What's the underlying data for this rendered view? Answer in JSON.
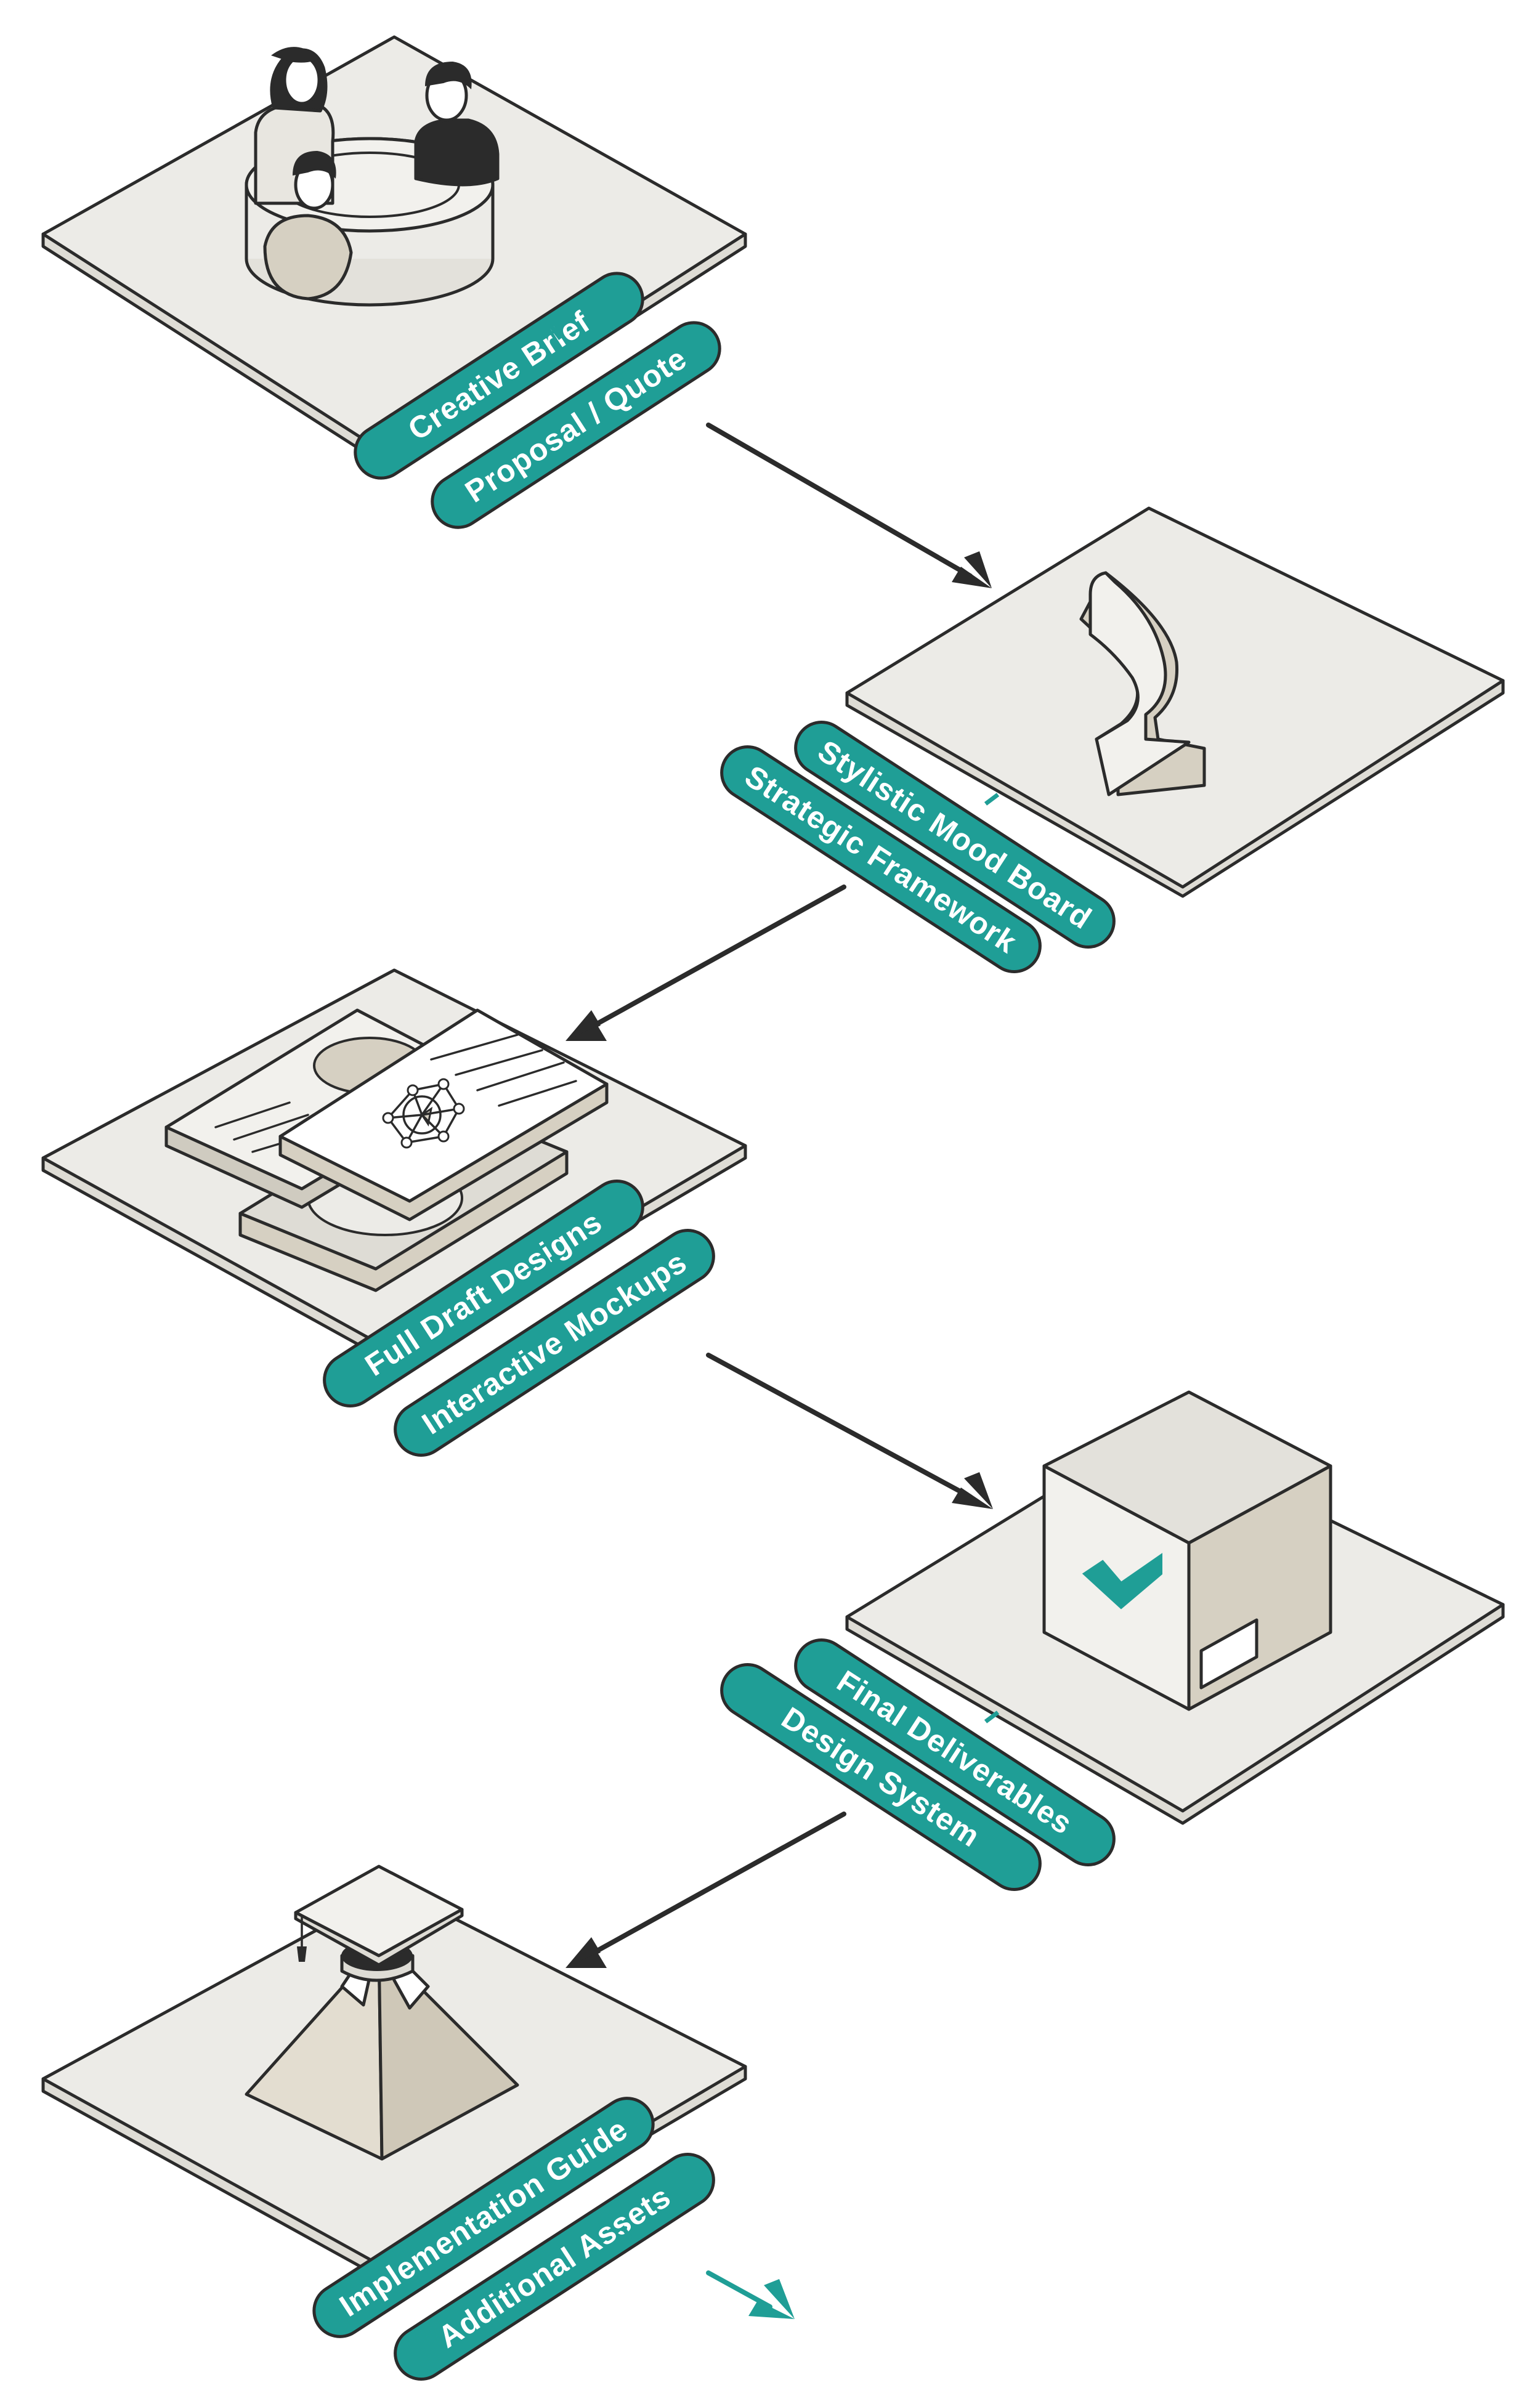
{
  "colors": {
    "accent": "#1f9e96",
    "ink": "#2b2b2b",
    "platform": "#ecebe7",
    "beige": "#d6d0c2",
    "background": "#ffffff"
  },
  "stages": [
    {
      "icon": "people-meeting-icon",
      "labels": [
        "Creative Brief",
        "Proposal / Quote"
      ]
    },
    {
      "icon": "s-curve-arrow-icon",
      "labels": [
        "Stylistic Mood Board",
        "Strategic Framework"
      ]
    },
    {
      "icon": "draft-documents-icon",
      "labels": [
        "Full Draft Designs",
        "Interactive Mockups"
      ]
    },
    {
      "icon": "checked-box-package-icon",
      "labels": [
        "Final Deliverables",
        "Design System"
      ]
    },
    {
      "icon": "graduation-mountain-icon",
      "labels": [
        "Implementation Guide",
        "Additional Assets"
      ]
    }
  ]
}
